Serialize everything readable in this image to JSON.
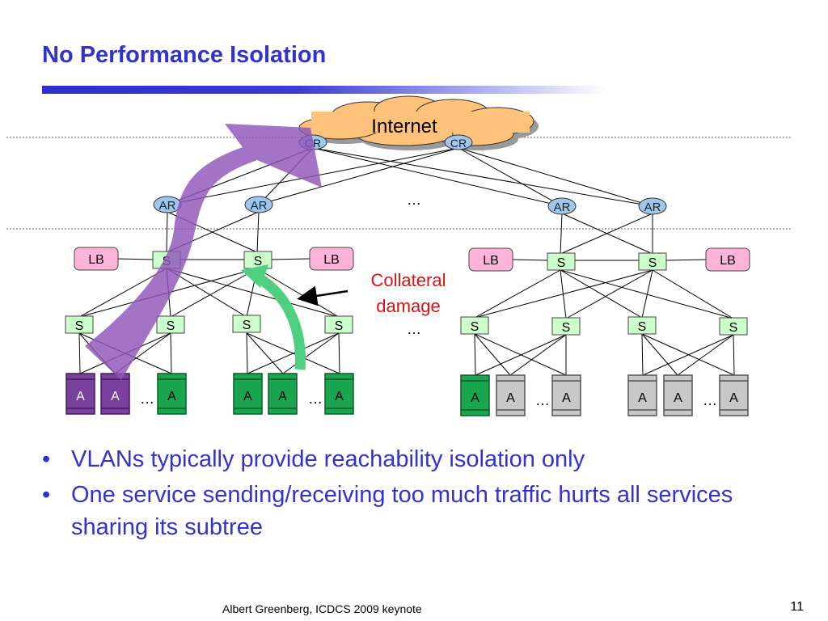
{
  "slide": {
    "title": "No Performance Isolation",
    "footer": "Albert Greenberg, ICDCS 2009 keynote",
    "page_number": "11"
  },
  "diagram": {
    "internet_label": "Internet",
    "core_router_label": "CR",
    "access_router_label": "AR",
    "load_balancer_label": "LB",
    "switch_label": "S",
    "app_label": "A",
    "ellipsis": "…",
    "annotation": [
      "Collateral",
      "damage"
    ],
    "colors": {
      "abused_service": "#7b3f9e",
      "affected_service": "#1aa54f",
      "other_service": "#c8c8c8",
      "annotation": "#e01010",
      "purple_flow": "#9a64be",
      "green_flow": "#5ccf87"
    },
    "apps": [
      [
        "purple",
        "purple",
        "green"
      ],
      [
        "green",
        "green",
        "green"
      ],
      [
        "green",
        "gray",
        "gray"
      ],
      [
        "gray",
        "gray",
        "gray"
      ]
    ]
  },
  "bullets": [
    "VLANs typically provide reachability isolation only",
    "One service sending/receiving too much traffic hurts all services sharing its subtree"
  ]
}
